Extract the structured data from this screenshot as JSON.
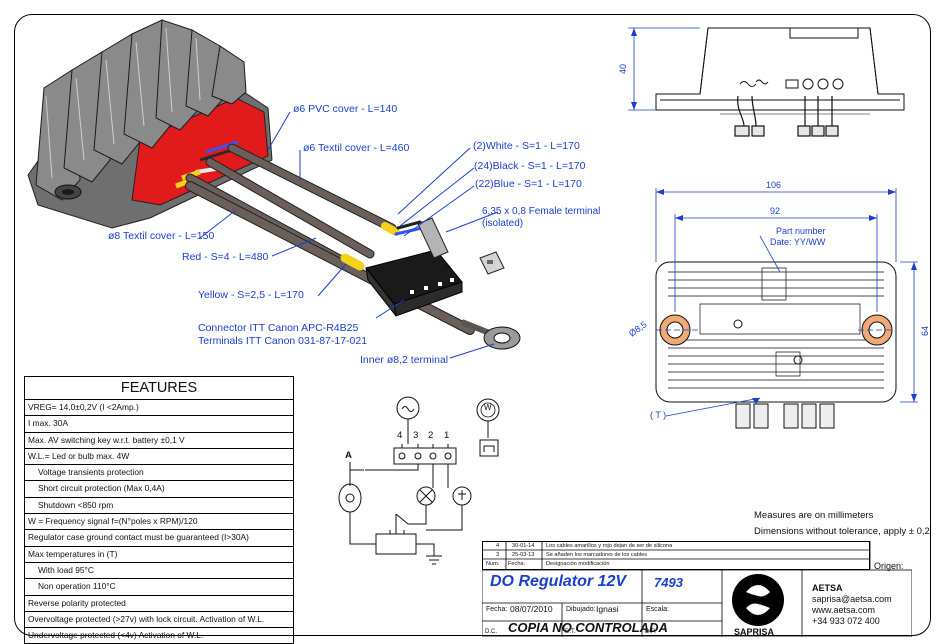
{
  "callouts": {
    "pvc_cover": "ø6 PVC cover - L=140",
    "textil_cover_6": "ø6 Textil cover - L=460",
    "textil_cover_8": "ø8 Textil cover - L=150",
    "white_wire": "(2)White - S=1 - L=170",
    "black_wire": "(24)Black - S=1 - L=170",
    "blue_wire": "(22)Blue - S=1 - L=170",
    "female_terminal_line1": "6,35 x 0,8 Female terminal",
    "female_terminal_line2": "(isolated)",
    "red_wire": "Red - S=4 - L=480",
    "yellow_wire": "Yellow - S=2,5 - L=170",
    "connector_line1": "Connector ITT Canon APC-R4B25",
    "connector_line2": "Terminals ITT Canon 031-87-17-021",
    "inner_terminal": "Inner ø8,2 terminal"
  },
  "dimensions": {
    "height": "40",
    "width_total": "106",
    "width_holes": "92",
    "depth": "64",
    "hole_diameter": "Ø8,5",
    "part_number_line1": "Part number",
    "part_number_line2": "Date: YY/WW",
    "t_marker": "( T )"
  },
  "schematic": {
    "pins": [
      "4",
      "3",
      "2",
      "1"
    ],
    "ground_label": "A",
    "ac_symbol": "~",
    "w_symbol": "W"
  },
  "features": {
    "title": "FEATURES",
    "rows": [
      {
        "text": "VREG= 14,0±0,2V (I <2Amp.)",
        "indent": false
      },
      {
        "text": "I max. 30A",
        "indent": false
      },
      {
        "text": "Max. AV switching key w.r.t. battery  ±0,1 V",
        "indent": false
      },
      {
        "text": "W.L.= Led or bulb max. 4W",
        "indent": false
      },
      {
        "text": "Voltage transients protection",
        "indent": true
      },
      {
        "text": "Short circuit protection (Max 0,4A)",
        "indent": true
      },
      {
        "text": "Shutdown <850 rpm",
        "indent": true
      },
      {
        "text": "W = Frequency signal f=(N°poles x RPM)/120",
        "indent": false
      },
      {
        "text": "Regulator case ground contact must be guaranteed (I>30A)",
        "indent": false
      },
      {
        "text": "Max temperatures in (T)",
        "indent": false
      },
      {
        "text": "With load 95°C",
        "indent": true
      },
      {
        "text": "Non operation 110°C",
        "indent": true
      },
      {
        "text": "Reverse polarity protected",
        "indent": false
      },
      {
        "text": "Overvoltage protected (>27v) with lock circuit. Activation of W.L.",
        "indent": false
      },
      {
        "text": "Undervoltage protected (<4v) Activation of W.L.",
        "indent": false
      }
    ]
  },
  "notes": {
    "measures": "Measures are on millimeters",
    "tolerance": "Dimensions without tolerance, apply ± 0,2"
  },
  "title_block": {
    "revisions": [
      {
        "num": "4",
        "date": "30-01-14",
        "desc": "Los cables amarillos y rojo dejan de ser de silicona"
      },
      {
        "num": "3",
        "date": "25-03-13",
        "desc": "Se añaden los marcadores de los cables"
      }
    ],
    "rev_header_num": "Num.",
    "rev_header_date": "Fecha:",
    "rev_header_desc": "Designación modificación",
    "origin_label": "Origen:",
    "title": "DO Regulator 12V",
    "code": "7493",
    "fecha_label": "Fecha:",
    "fecha_value": "08/07/2010",
    "dibujado_label": "Dibujado:",
    "dibujado_value": "Ignasi",
    "escala_label": "Escala:",
    "dc_label": "D.C.",
    "dt_label": "D.T.",
    "dp_label": "D.P.",
    "stamp": "COPIA NO CONTROLADA",
    "logo_text": "SAPRISA",
    "company": "AETSA",
    "email1": "saprisa@aetsa.com",
    "web": "www.aetsa.com",
    "phone": "+34 933 072 400"
  }
}
